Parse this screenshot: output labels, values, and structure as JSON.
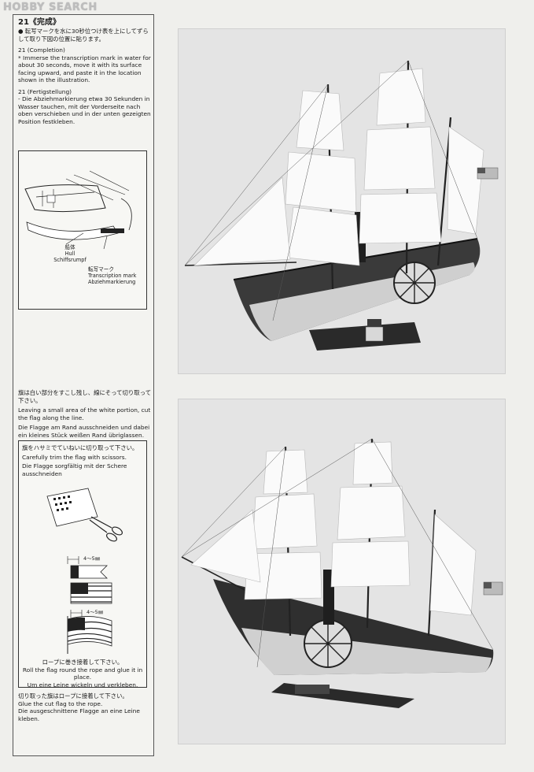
{
  "watermark": "HOBBY SEARCH",
  "step21": {
    "title": "21《完成》",
    "jp": "● 転写マークを水に30秒位つけ表を上にしてずらして取り下図の位置に貼ります。",
    "en_heading": "21 (Completion)",
    "en": "* Immerse the transcription mark in water for about 30 seconds, move it with its surface facing upward, and paste it in the location shown in the illustration.",
    "de_heading": "21 (Fertigstellung)",
    "de": "- Die Abziehmarkierung etwa 30 Sekunden in Wasser tauchen, mit der Vorderseite nach oben verschieben und in der unten gezeigten Position festkleben."
  },
  "diagram1": {
    "hull_jp": "船体",
    "hull_en": "Hull",
    "hull_de": "Schiffsrumpf",
    "mark_jp": "転写マーク",
    "mark_en": "Transcription mark",
    "mark_de": "Abziehmarkierung"
  },
  "flag_cut": {
    "jp": "旗は白い部分をすこし残し、線にそって切り取って下さい。",
    "en": "Leaving a small area of the white portion, cut the flag along the line.",
    "de": "Die Flagge am Rand ausschneiden und dabei ein kleines Stück weißen Rand übriglassen."
  },
  "flag_box": {
    "jp": "旗をハサミでていねいに切り取って下さい。",
    "en": "Carefully trim the flag with scissors.",
    "de": "Die Flagge sorgfältig mit der Schere ausschneiden",
    "dim1": "4～5㎜",
    "dim2": "4～5㎜",
    "roll_jp": "ロープに巻き接着して下さい。",
    "roll_en": "Roll the flag round the rope and glue it in place.",
    "roll_de": "Um eine Leine wickeln und verkleben."
  },
  "flag_glue": {
    "jp": "切り取った旗はロープに接着して下さい。",
    "en": "Glue the cut flag to the rope.",
    "de": "Die ausgeschnittene Flagge an eine Leine kleben."
  }
}
